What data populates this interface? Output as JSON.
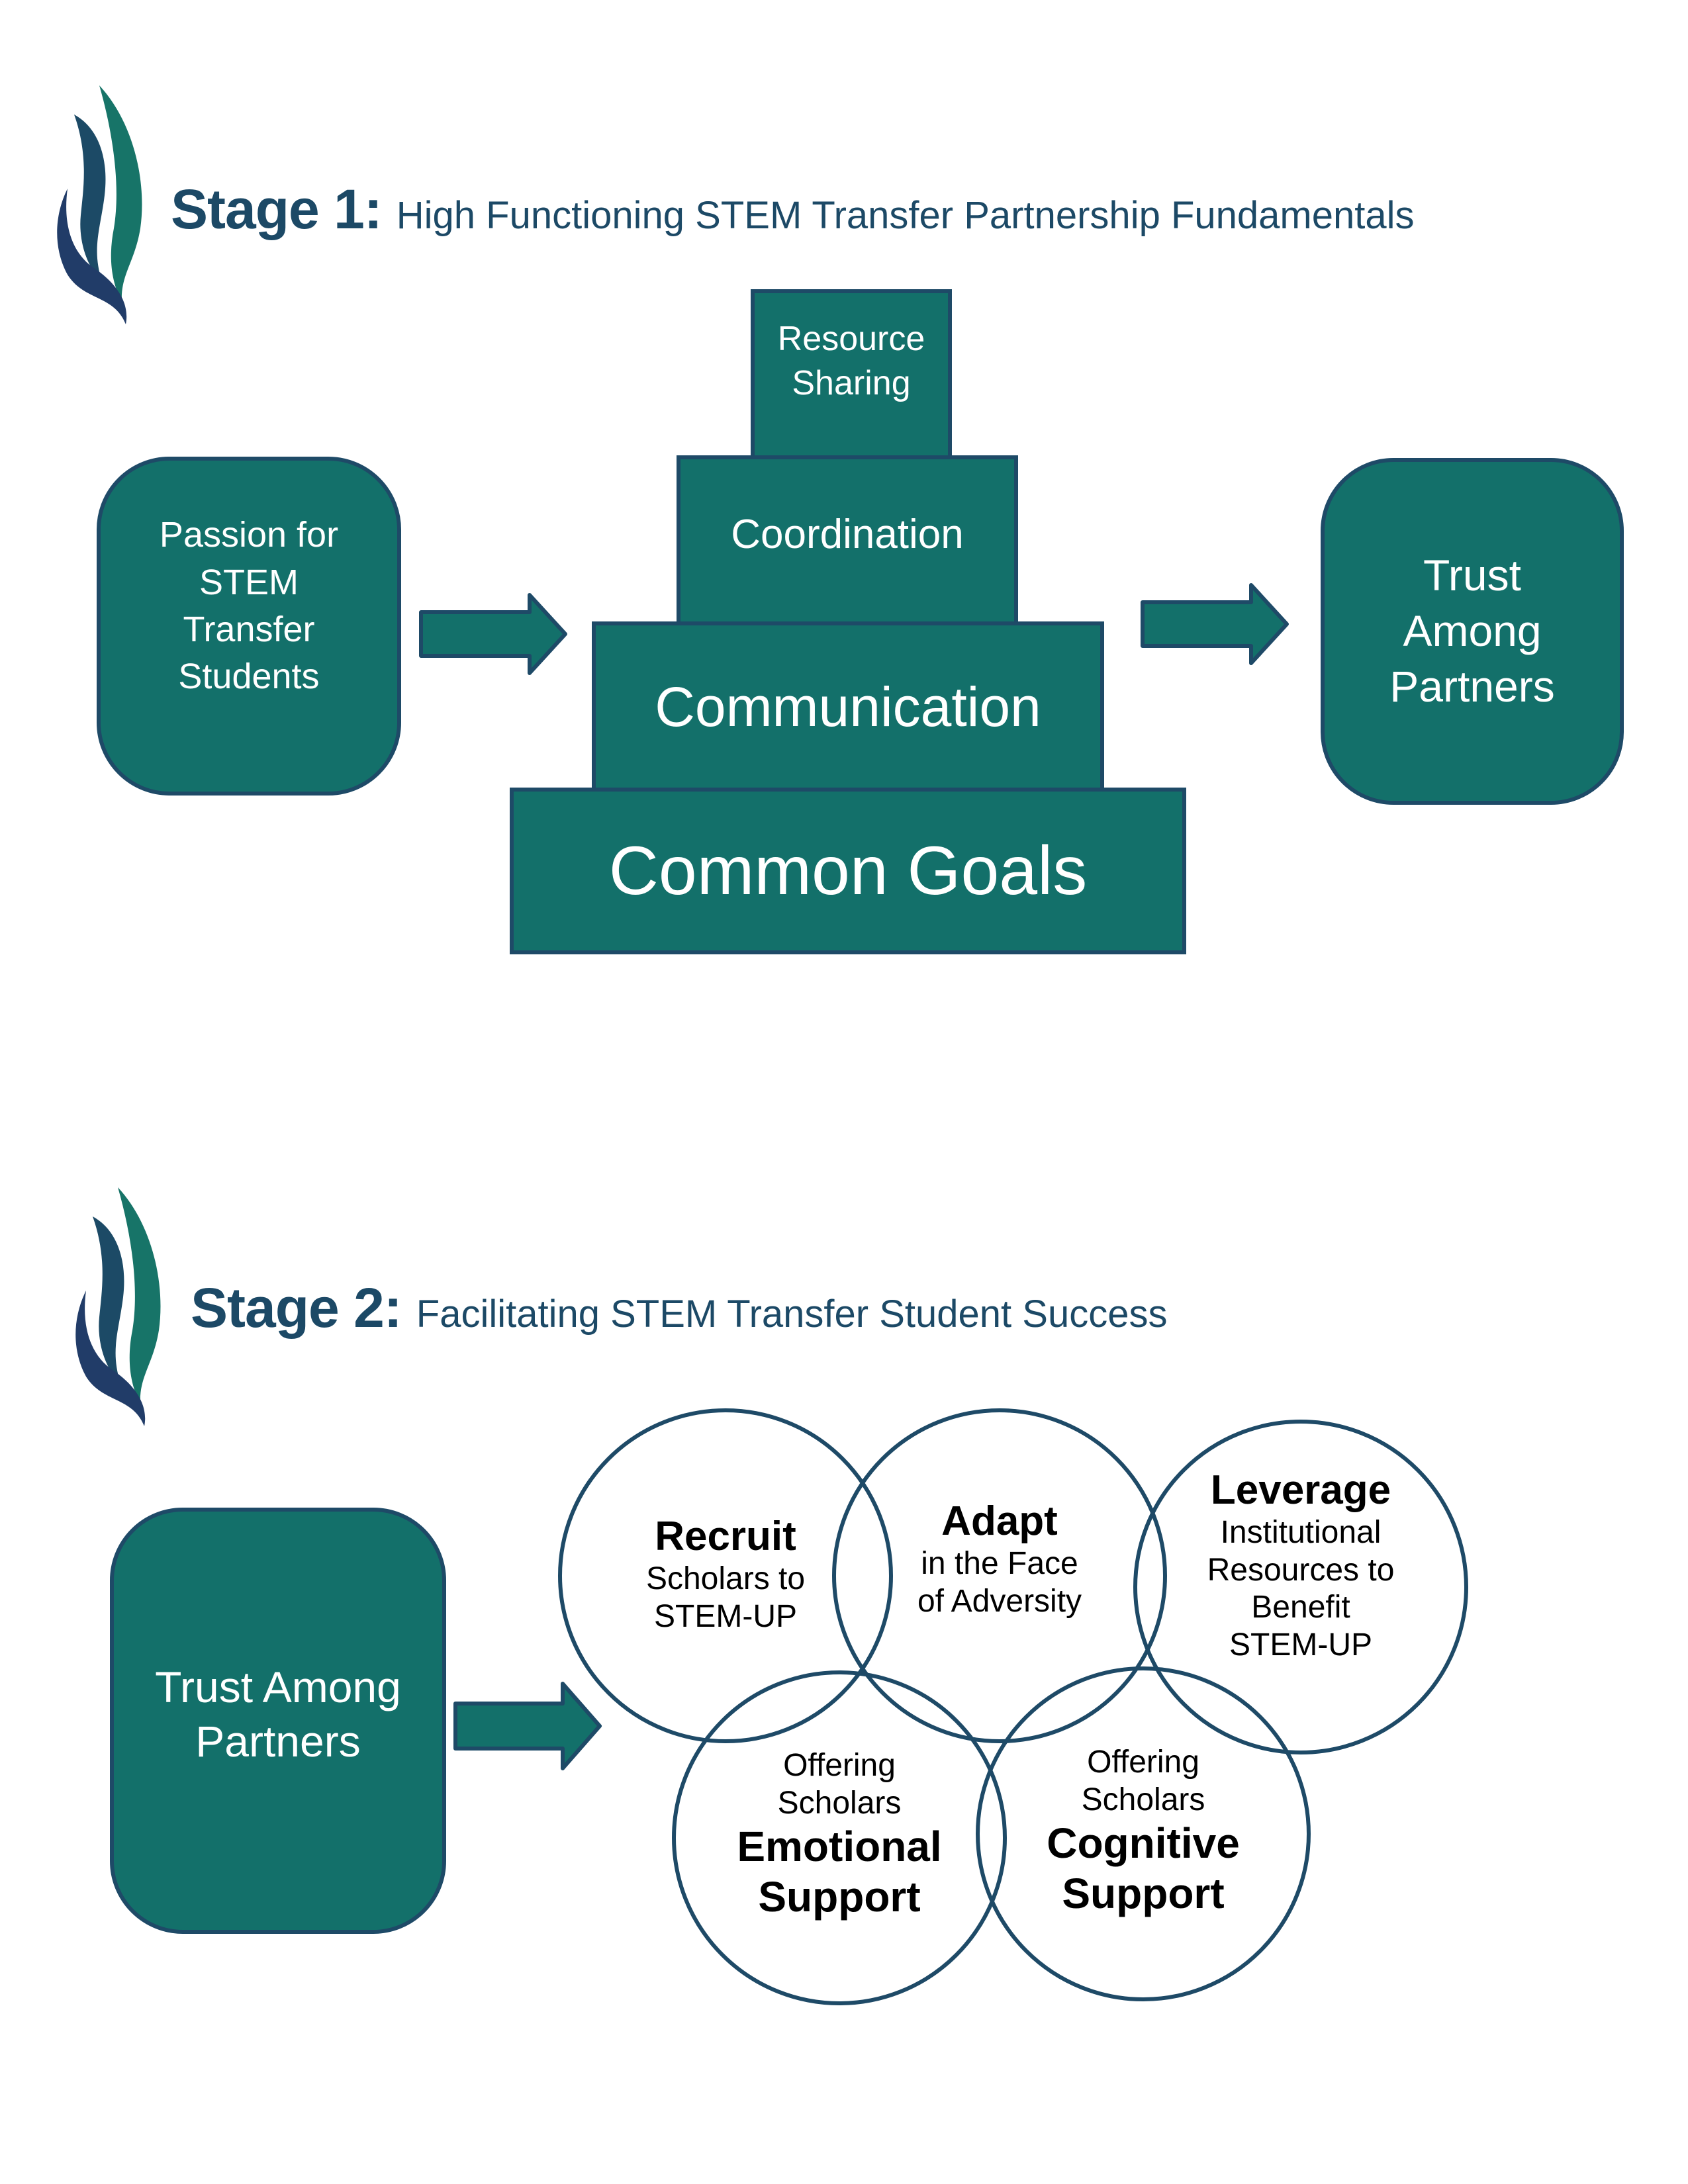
{
  "colors": {
    "teal_fill": "#13706a",
    "navy_stroke": "#1e4a67",
    "title_text": "#1c4966",
    "logo_green": "#177468",
    "logo_mid": "#1c4a66",
    "logo_dark": "#213c68"
  },
  "stage1": {
    "logo": "stem-up-flame-logo",
    "heading": "Stage 1:",
    "subtitle": "High Functioning STEM Transfer Partnership Fundamentals",
    "input_box": {
      "lines": [
        "Passion for",
        "STEM",
        "Transfer",
        "Students"
      ]
    },
    "pyramid": [
      {
        "lines": [
          "Resource",
          "Sharing"
        ]
      },
      {
        "lines": [
          "Coordination"
        ]
      },
      {
        "lines": [
          "Communication"
        ]
      },
      {
        "lines": [
          "Common Goals"
        ]
      }
    ],
    "output_box": {
      "lines": [
        "Trust",
        "Among",
        "Partners"
      ]
    },
    "arrows": [
      "arrow-right-icon",
      "arrow-right-icon"
    ]
  },
  "stage2": {
    "logo": "stem-up-flame-logo",
    "heading": "Stage 2:",
    "subtitle": "Facilitating STEM Transfer Student Success",
    "input_box": {
      "lines": [
        "Trust Among",
        "Partners"
      ]
    },
    "arrow": "arrow-right-icon",
    "circles": [
      {
        "id": "recruit",
        "bold_first": "Recruit",
        "rest": [
          "Scholars to",
          "STEM-UP"
        ]
      },
      {
        "id": "adapt",
        "bold_first": "Adapt",
        "rest": [
          "in the Face",
          "of Adversity"
        ]
      },
      {
        "id": "leverage",
        "bold_first": "Leverage",
        "rest": [
          "Institutional",
          "Resources to",
          "Benefit",
          "STEM-UP"
        ]
      },
      {
        "id": "emotional",
        "lead": [
          "Offering",
          "Scholars"
        ],
        "bold_last": [
          "Emotional",
          "Support"
        ]
      },
      {
        "id": "cognitive",
        "lead": [
          "Offering",
          "Scholars"
        ],
        "bold_last": [
          "Cognitive",
          "Support"
        ]
      }
    ]
  }
}
